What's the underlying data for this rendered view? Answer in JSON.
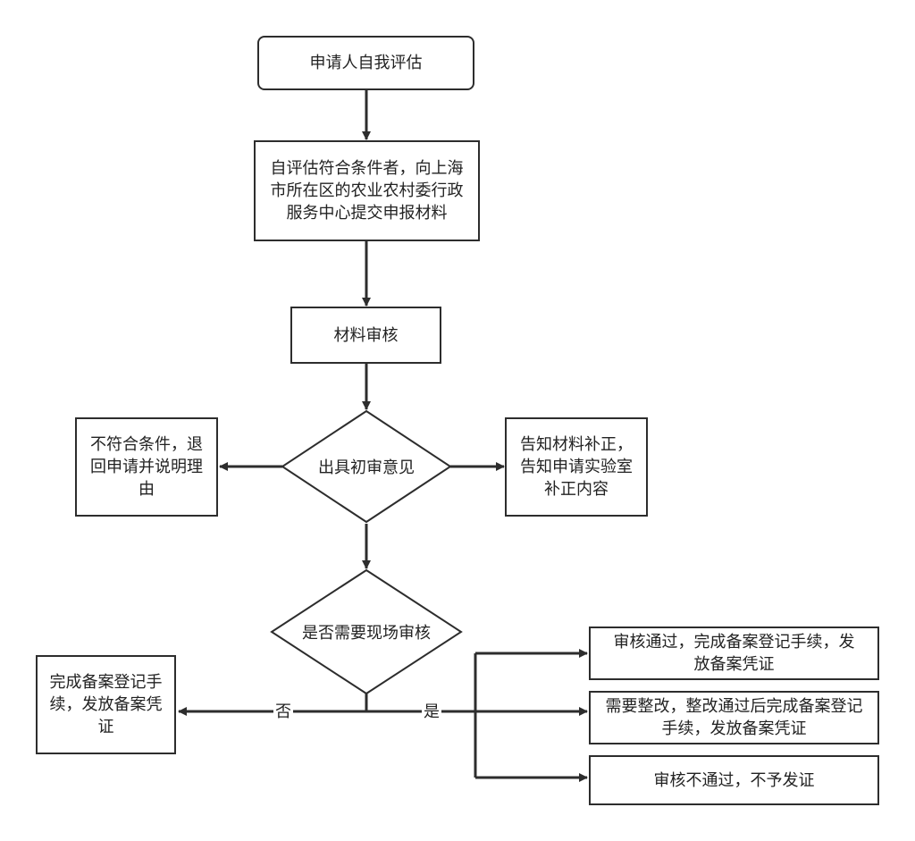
{
  "nodes": {
    "self_assessment": "申请人自我评估",
    "submit_materials": "自评估符合条件者，向上海市所在区的农业农村委行政服务中心提交申报材料",
    "material_review": "材料审核",
    "preliminary_opinion": "出具初审意见",
    "reject_return": "不符合条件，退回申请并说明理由",
    "supplement_notice": "告知材料补正，告知申请实验室补正内容",
    "onsite_check": "是否需要现场审核",
    "complete_no_onsite": "完成备案登记手续，发放备案凭证",
    "pass_complete": "审核通过，完成备案登记手续，发放备案凭证",
    "rectify_complete": "需要整改，整改通过后完成备案登记手续，发放备案凭证",
    "fail_no_cert": "审核不通过，不予发证"
  },
  "edge_labels": {
    "no": "否",
    "yes": "是"
  },
  "colors": {
    "line": "#2d2d2d",
    "text": "#222222",
    "background": "#ffffff"
  }
}
